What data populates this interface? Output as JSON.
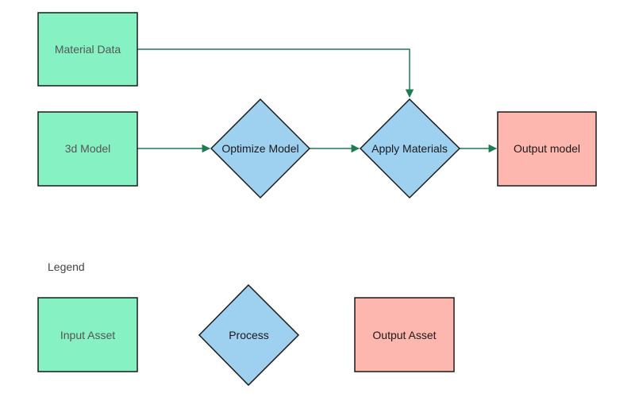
{
  "nodes": {
    "material_data": {
      "label": "Material Data",
      "kind": "input"
    },
    "model_3d": {
      "label": "3d Model",
      "kind": "input"
    },
    "optimize_model": {
      "label": "Optimize Model",
      "kind": "process"
    },
    "apply_materials": {
      "label": "Apply Materials",
      "kind": "process"
    },
    "output_model": {
      "label": "Output model",
      "kind": "output"
    }
  },
  "edges": [
    {
      "from": "material_data",
      "to": "apply_materials"
    },
    {
      "from": "model_3d",
      "to": "optimize_model"
    },
    {
      "from": "optimize_model",
      "to": "apply_materials"
    },
    {
      "from": "apply_materials",
      "to": "output_model"
    }
  ],
  "legend": {
    "title": "Legend",
    "input_label": "Input Asset",
    "process_label": "Process",
    "output_label": "Output Asset"
  },
  "colors": {
    "input_fill": "#86f2c3",
    "process_fill": "#9ed0f0",
    "output_fill": "#fdb7ae",
    "stroke": "#1a1a1a",
    "connector": "#1e7a52",
    "input_text": "#555555",
    "node_text": "#1a1a1a",
    "legend_text": "#444444"
  }
}
